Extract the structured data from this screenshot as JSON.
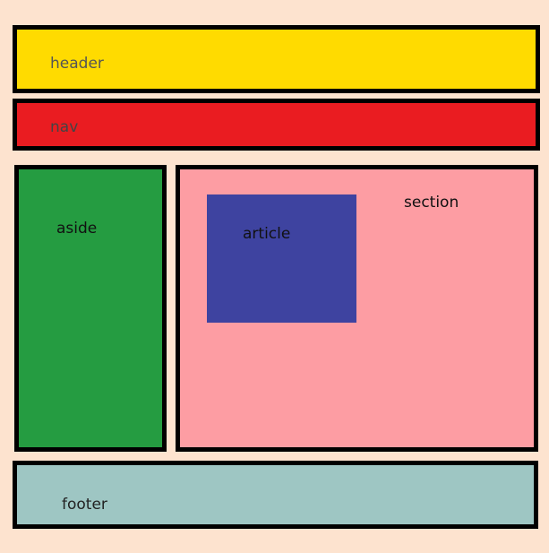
{
  "blocks": {
    "header": "header",
    "nav": "nav",
    "aside": "aside",
    "section": "section",
    "article": "article",
    "footer": "footer"
  },
  "colors": {
    "background": "#fde3cf",
    "header": "#ffdb00",
    "nav": "#ea1c21",
    "aside": "#259c41",
    "section": "#fd9da3",
    "article": "#3e43a0",
    "footer": "#9ec6c3",
    "border": "#000000"
  }
}
